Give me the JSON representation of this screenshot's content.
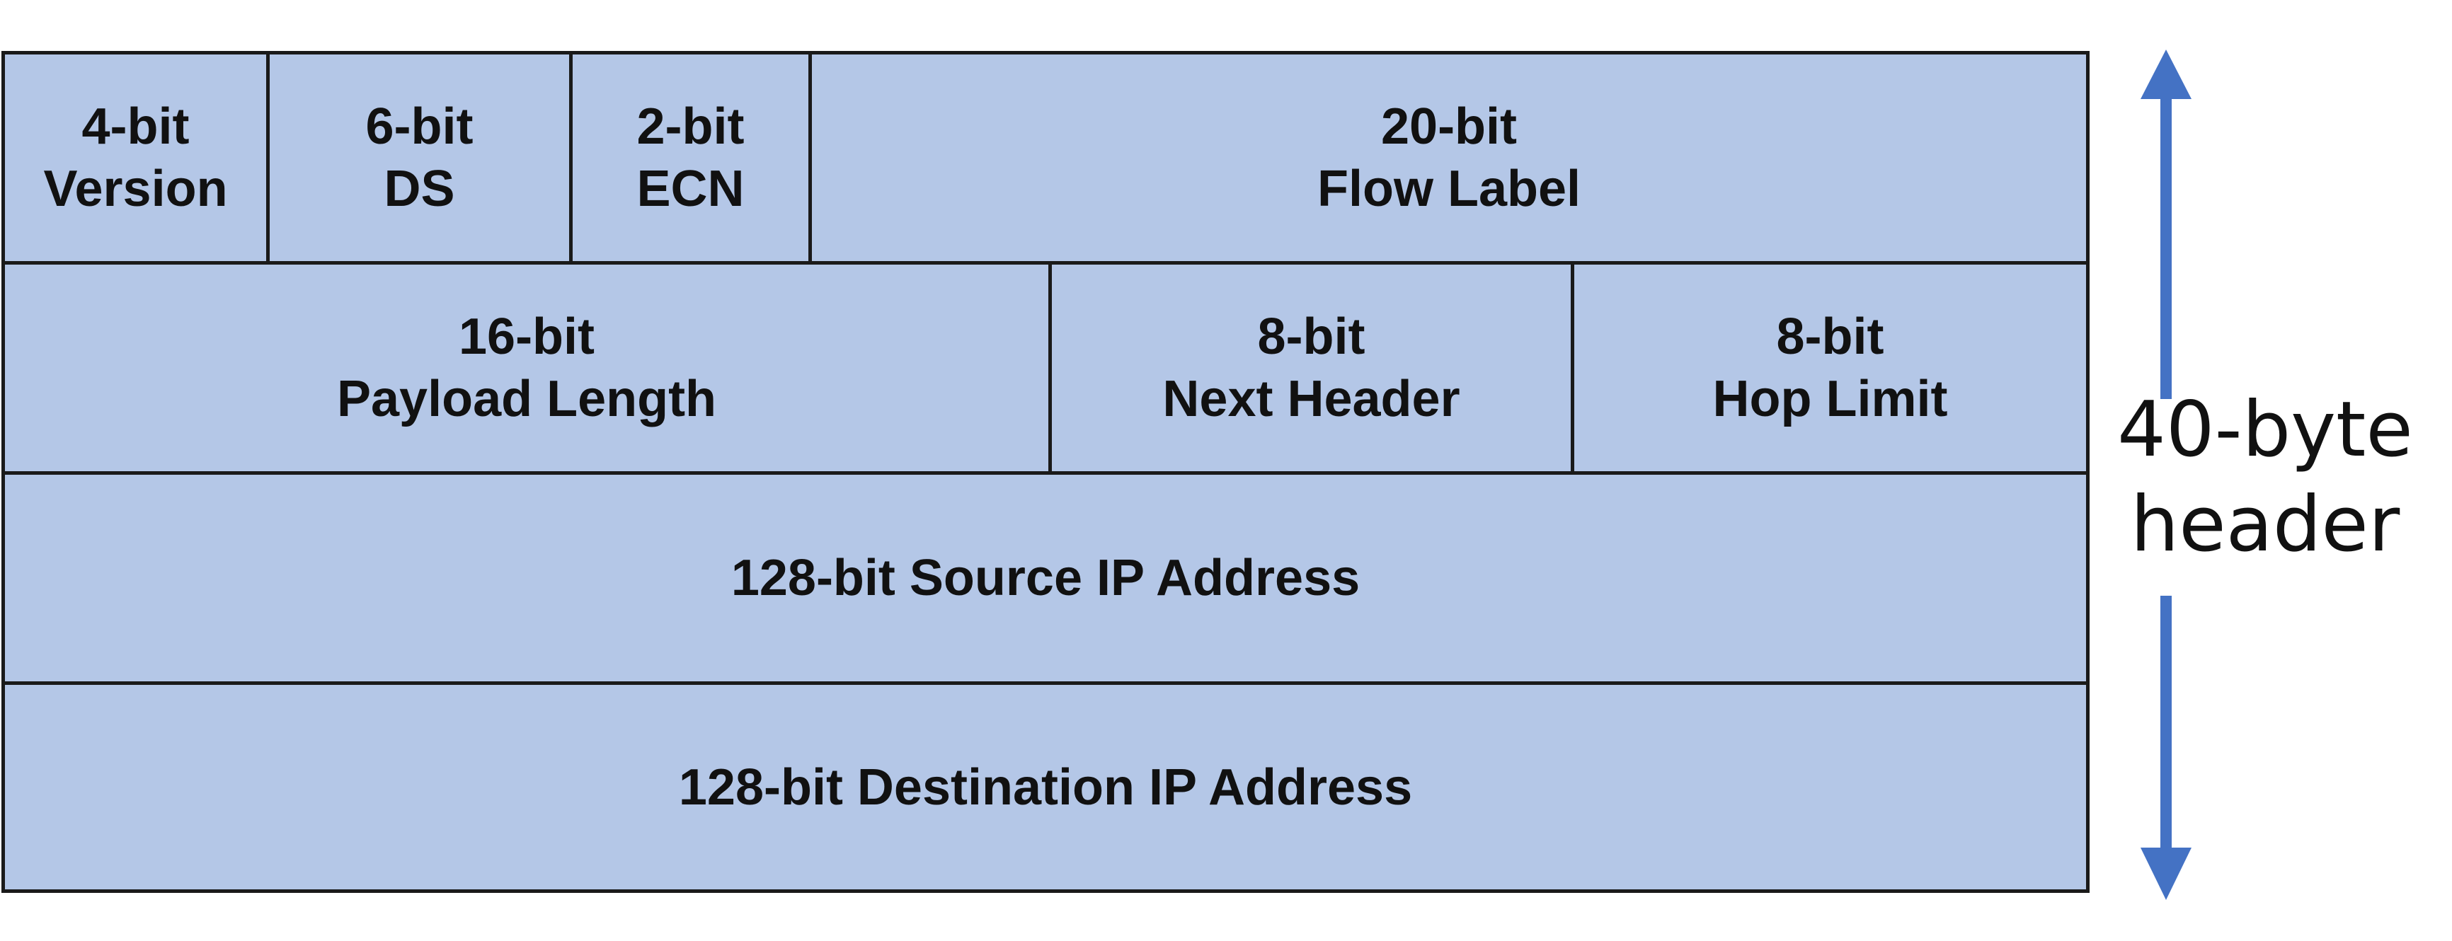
{
  "diagram_title": "",
  "rows": [
    {
      "cells": [
        {
          "bits": "4-bit",
          "field": "Version"
        },
        {
          "bits": "6-bit",
          "field": "DS"
        },
        {
          "bits": "2-bit",
          "field": "ECN"
        },
        {
          "bits": "20-bit",
          "field": "Flow Label"
        }
      ]
    },
    {
      "cells": [
        {
          "bits": "16-bit",
          "field": "Payload Length"
        },
        {
          "bits": "8-bit",
          "field": "Next Header"
        },
        {
          "bits": "8-bit",
          "field": "Hop Limit"
        }
      ]
    },
    {
      "cells": [
        {
          "text": "128-bit Source IP Address"
        }
      ]
    },
    {
      "cells": [
        {
          "text": "128-bit Destination IP Address"
        }
      ]
    }
  ],
  "side_label": {
    "line1": "40-byte",
    "line2": "header"
  },
  "colors": {
    "field_fill": "#b4c7e7",
    "border": "#1a1a1a",
    "arrow": "#4472c4",
    "text": "#111111"
  },
  "icons": {
    "arrow_up": "arrow-up-icon",
    "arrow_down": "arrow-down-icon"
  }
}
